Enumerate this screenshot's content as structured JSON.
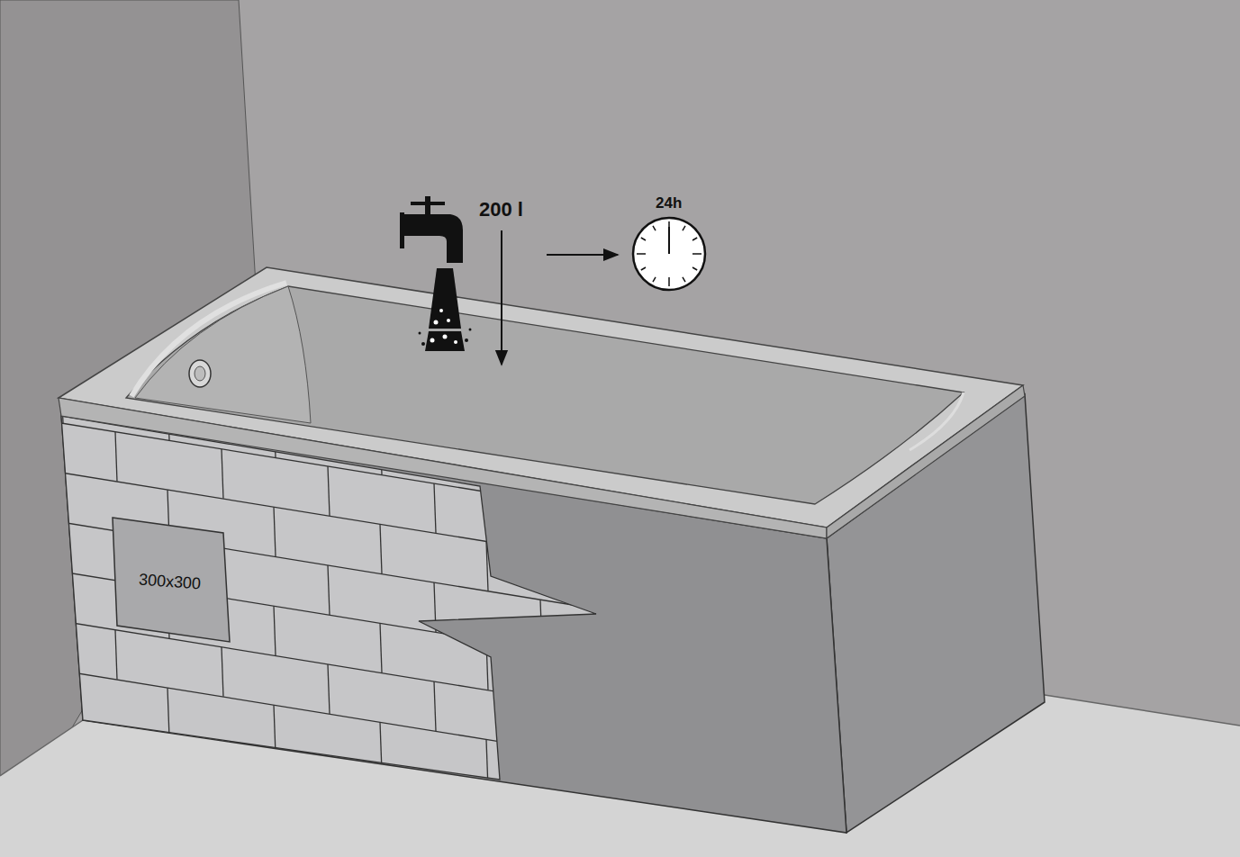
{
  "diagram": {
    "nodes": [
      {
        "text": [
          "300x300"
        ]
      },
      {
        "text": [
          "24h"
        ]
      }
    ],
    "labels": [
      "200 l"
    ]
  }
}
